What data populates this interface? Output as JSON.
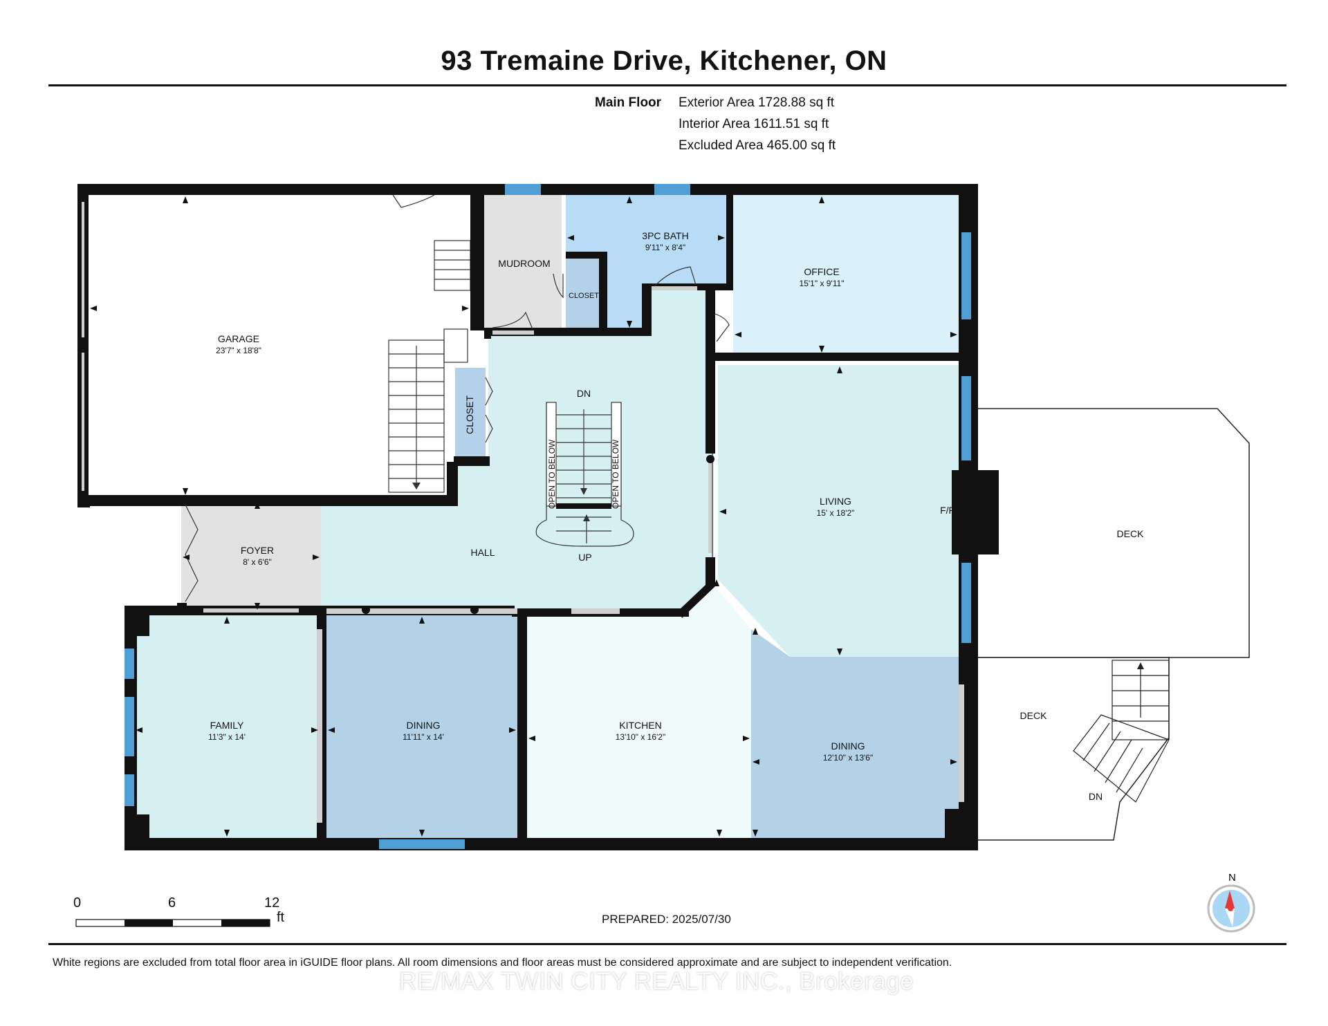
{
  "title": "93 Tremaine Drive, Kitchener, ON",
  "summary": {
    "floor_label": "Main Floor",
    "lines": [
      "Exterior Area 1728.88 sq ft",
      "Interior Area 1611.51 sq ft",
      "Excluded Area 465.00 sq ft"
    ]
  },
  "rooms": {
    "garage": {
      "name": "GARAGE",
      "dims": "23'7\" x 18'8\""
    },
    "mudroom": {
      "name": "MUDROOM"
    },
    "bath": {
      "name": "3PC BATH",
      "dims": "9'11\" x 8'4\""
    },
    "closet_bath": {
      "name": "CLOSET"
    },
    "office": {
      "name": "OFFICE",
      "dims": "15'1\" x 9'11\""
    },
    "closet_hall": {
      "name": "CLOSET"
    },
    "hall": {
      "name": "HALL"
    },
    "foyer": {
      "name": "FOYER",
      "dims": "8' x 6'6\""
    },
    "living": {
      "name": "LIVING",
      "dims": "15' x 18'2\""
    },
    "family": {
      "name": "FAMILY",
      "dims": "11'3\" x 14'"
    },
    "dining1": {
      "name": "DINING",
      "dims": "11'11\" x 14'"
    },
    "kitchen": {
      "name": "KITCHEN",
      "dims": "13'10\" x 16'2\""
    },
    "dining2": {
      "name": "DINING",
      "dims": "12'10\" x 13'6\""
    },
    "deck_upper": {
      "name": "DECK"
    },
    "deck_lower": {
      "name": "DECK"
    }
  },
  "labels": {
    "stairs_dn": "DN",
    "stairs_up": "UP",
    "open_below_left": "OPEN TO BELOW",
    "open_below_right": "OPEN TO BELOW",
    "fireplace": "F/P",
    "deck_dn": "DN",
    "compass_n": "N"
  },
  "scale": {
    "ticks": [
      "0",
      "6",
      "12"
    ],
    "unit": "ft"
  },
  "prepared": "PREPARED: 2025/07/30",
  "disclaimer": "White regions are excluded from total floor area in iGUIDE floor plans. All room dimensions and floor areas must be considered approximate and are subject to independent verification.",
  "watermark": "RE/MAX TWIN CITY REALTY INC., Brokerage",
  "colors": {
    "wall": "#111111",
    "window": "#4f9ed6",
    "hall": "#d6f0f1",
    "living": "#d6f0f1",
    "office": "#dbf1fa",
    "bath": "#b9dcf6",
    "closet": "#b3d2ea",
    "mudroom": "#e2e2e2",
    "foyer": "#e2e2e2",
    "family": "#d6f0f1",
    "dining": "#b3d2e5",
    "kitchen": "#effbfa",
    "garage": "#ffffff"
  }
}
